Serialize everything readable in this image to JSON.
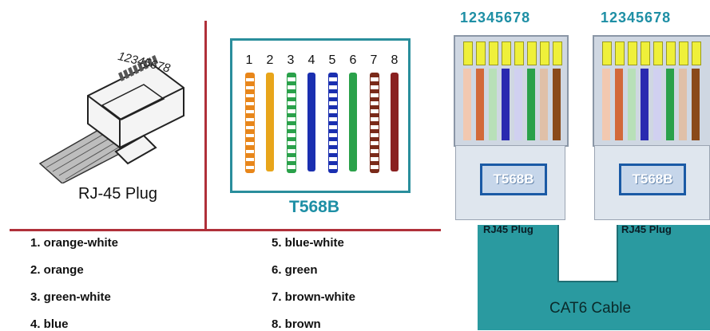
{
  "plug": {
    "pin_label": "12345678",
    "caption": "RJ-45 Plug"
  },
  "standard_box": {
    "pins": [
      "1",
      "2",
      "3",
      "4",
      "5",
      "6",
      "7",
      "8"
    ],
    "caption": "T568B"
  },
  "legend": {
    "left": [
      "1. orange-white",
      "2. orange",
      "3. green-white",
      "4. blue"
    ],
    "right": [
      "5. blue-white",
      "6. green",
      "7. brown-white",
      "8. brown"
    ]
  },
  "wire_colors": {
    "orange": "#e8861a",
    "green": "#2aa14a",
    "blue": "#1a2fb0",
    "brown": "#7a2a1a",
    "white": "#ffffff",
    "accent_red": "#b0303a",
    "teal": "#2a9aa0"
  },
  "cable_diagram": {
    "connectors": [
      {
        "pin_numbers": "12345678",
        "standard": "T568B",
        "plug_label": "RJ45 Plug"
      },
      {
        "pin_numbers": "12345678",
        "standard": "T568B",
        "plug_label": "RJ45 Plug"
      }
    ],
    "cable_label": "CAT6 Cable"
  }
}
